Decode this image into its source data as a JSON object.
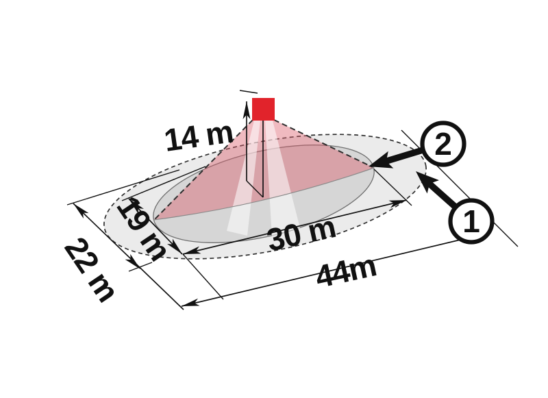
{
  "diagram": {
    "dimensions": {
      "mounting_height": "14 m",
      "inner_width": "19 m",
      "outer_width": "22 m",
      "inner_length": "30 m",
      "outer_length": "44m"
    },
    "markers": {
      "marker_1": "1",
      "marker_2": "2"
    },
    "colors": {
      "detector": "#e1232b",
      "cone": "rgba(219,90,104,0.42)",
      "beam": "rgba(255,255,255,0.55)",
      "outer_area": "#ebebeb",
      "inner_area": "#d6d6d6",
      "line": "#1a1a1a"
    }
  }
}
